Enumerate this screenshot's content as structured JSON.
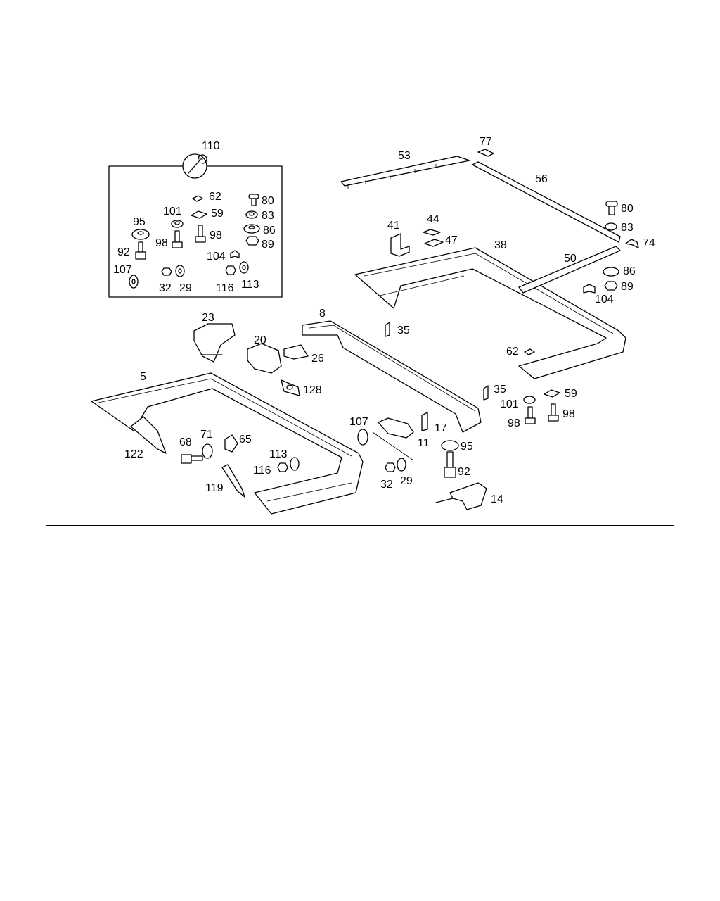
{
  "diagram": {
    "kit_label": "110",
    "kit_icon": "wrench-icon",
    "kit_parts": [
      "62",
      "80",
      "95",
      "101",
      "59",
      "83",
      "98",
      "98",
      "86",
      "92",
      "89",
      "104",
      "107",
      "32",
      "29",
      "116",
      "113"
    ],
    "part_labels": [
      "5",
      "8",
      "11",
      "14",
      "17",
      "20",
      "23",
      "26",
      "29",
      "32",
      "35",
      "35",
      "38",
      "41",
      "44",
      "47",
      "50",
      "53",
      "56",
      "59",
      "62",
      "65",
      "68",
      "71",
      "74",
      "77",
      "80",
      "83",
      "86",
      "89",
      "92",
      "95",
      "98",
      "98",
      "101",
      "104",
      "107",
      "113",
      "116",
      "119",
      "122",
      "128"
    ]
  }
}
